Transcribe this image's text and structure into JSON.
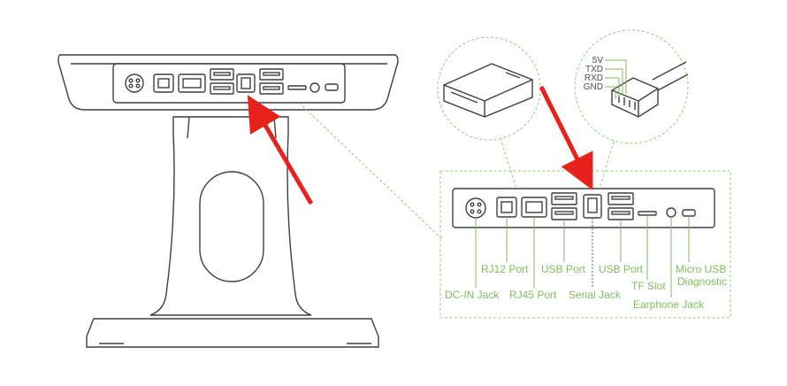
{
  "colors": {
    "label_green": "#7cbf5a",
    "dash_green": "#8fcf70",
    "arrow_red": "#e8211d",
    "outline": "#3f3f3f",
    "serial_blue": "#2f6ab3"
  },
  "serial_pinout": {
    "pins": [
      "5V",
      "TXD",
      "RXD",
      "GND"
    ]
  },
  "labels": {
    "dc_in": "DC-IN Jack",
    "rj12": "RJ12 Port",
    "rj45": "RJ45 Port",
    "usb_1": "USB Port",
    "serial": "Serial Jack",
    "usb_2": "USB Port",
    "tf": "TF Slot",
    "earphone": "Earphone Jack",
    "micro_usb_1": "Micro USB",
    "micro_usb_2": "Diagnostic"
  }
}
